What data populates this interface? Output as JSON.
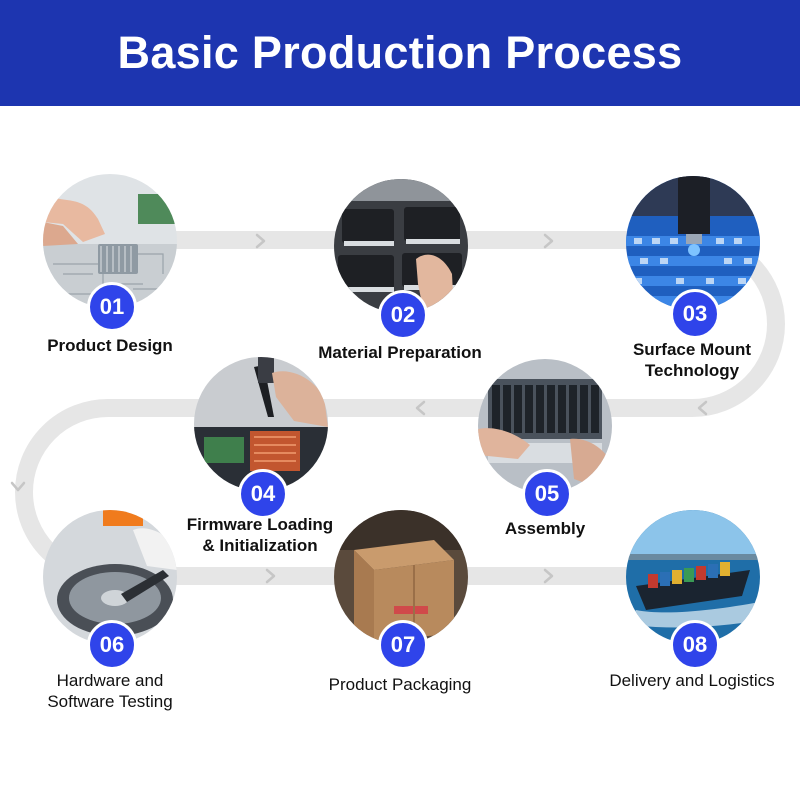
{
  "header": {
    "title": "Basic Production Process"
  },
  "colors": {
    "header_bg": "#1d35b0",
    "badge": "#2f44ea",
    "track": "#e6e6e6",
    "chevron": "#c8c8c8"
  },
  "steps": [
    {
      "number": "01",
      "label": "Product Design",
      "icon": "circuit-design-photo"
    },
    {
      "number": "02",
      "label": "Material Preparation",
      "icon": "component-reels-photo"
    },
    {
      "number": "03",
      "label": "Surface Mount\nTechnology",
      "icon": "smt-machine-photo"
    },
    {
      "number": "04",
      "label": "Firmware Loading\n& Initialization",
      "icon": "soldering-photo"
    },
    {
      "number": "05",
      "label": "Assembly",
      "icon": "server-rack-photo"
    },
    {
      "number": "06",
      "label": "Hardware and\nSoftware Testing",
      "icon": "hard-drive-photo"
    },
    {
      "number": "07",
      "label": "Product Packaging",
      "icon": "cardboard-boxes-photo"
    },
    {
      "number": "08",
      "label": "Delivery and Logistics",
      "icon": "cargo-ship-photo"
    }
  ]
}
